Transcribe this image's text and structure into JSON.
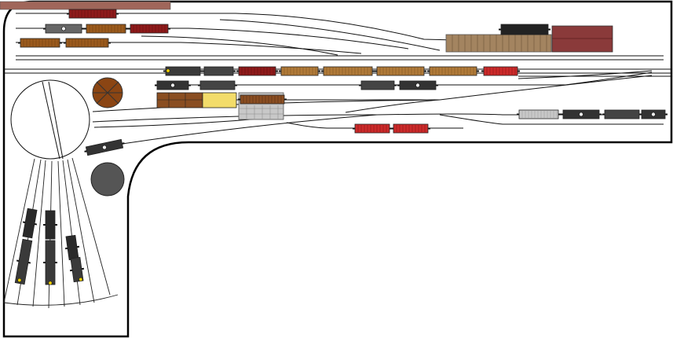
{
  "layout": {
    "title": "",
    "colors": {
      "background": "#ffffff",
      "benchwork": "#000000",
      "track": "#111111",
      "boxcar_red": "#8e1a1a",
      "boxcar_brown": "#9a5a1c",
      "stock_car": "#b07a38",
      "tank_black": "#222222",
      "hopper_gray": "#666666",
      "reefer_red": "#cc2a2a",
      "flat_gray": "#c8c8c8",
      "industry_brown": "#8a4e22",
      "industry_yellow": "#f3dc6a",
      "freight_house": "#a38460",
      "warehouse_maroon": "#8a3a3a",
      "water_tower": "#8b4513",
      "coal_tower": "#555555",
      "loco_headlight": "#f0d000",
      "top_left_structure": "#a0665a"
    },
    "structures": [
      {
        "name": "water-tower",
        "shape": "round-roof",
        "color": "water_tower"
      },
      {
        "name": "coal-tower",
        "shape": "circle",
        "color": "coal_tower"
      },
      {
        "name": "engine-house",
        "shape": "building",
        "color": "industry_brown"
      },
      {
        "name": "yellow-industry",
        "shape": "building",
        "color": "industry_yellow"
      },
      {
        "name": "gray-loading-dock",
        "shape": "grid",
        "color": "flat_gray"
      },
      {
        "name": "freight-house",
        "shape": "slatted",
        "color": "freight_house"
      },
      {
        "name": "warehouse",
        "shape": "building",
        "color": "warehouse_maroon"
      },
      {
        "name": "turntable",
        "shape": "circle",
        "color": "background"
      }
    ]
  }
}
